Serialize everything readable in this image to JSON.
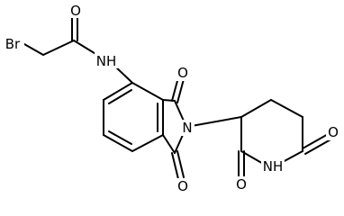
{
  "molecule": {
    "labels": {
      "br": "Br",
      "o_amide": "O",
      "nh_amide": "NH",
      "o_top": "O",
      "n_imide": "N",
      "o_bottom": "O",
      "o_glut_right": "O",
      "nh_glut": "NH",
      "o_glut_left": "O"
    }
  }
}
